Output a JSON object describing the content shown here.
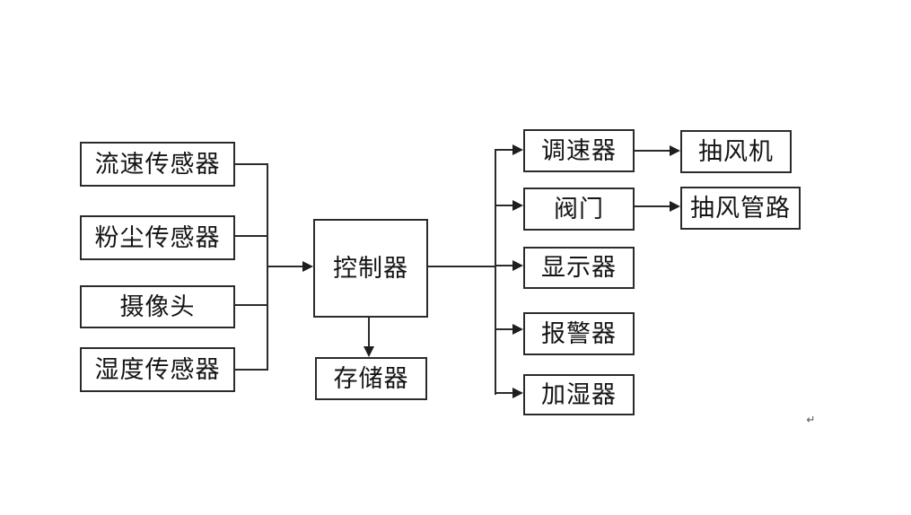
{
  "diagram": {
    "title_hint": "control-system-block-diagram",
    "background_color": "#ffffff",
    "line_color": "#2b2b2b",
    "text_color": "#141414",
    "nodes": {
      "flow_sensor": {
        "label": "流速传感器"
      },
      "dust_sensor": {
        "label": "粉尘传感器"
      },
      "camera": {
        "label": "摄像头"
      },
      "humidity_sensor": {
        "label": "湿度传感器"
      },
      "controller": {
        "label": "控制器"
      },
      "storage": {
        "label": "存储器"
      },
      "speed_regulator": {
        "label": "调速器"
      },
      "valve": {
        "label": "阀门"
      },
      "display": {
        "label": "显示器"
      },
      "alarm": {
        "label": "报警器"
      },
      "humidifier": {
        "label": "加湿器"
      },
      "exhaust_fan": {
        "label": "抽风机"
      },
      "exhaust_duct": {
        "label": "抽风管路"
      }
    },
    "edges": [
      {
        "from": "流速传感器",
        "to": "控制器"
      },
      {
        "from": "粉尘传感器",
        "to": "控制器"
      },
      {
        "from": "摄像头",
        "to": "控制器"
      },
      {
        "from": "湿度传感器",
        "to": "控制器"
      },
      {
        "from": "控制器",
        "to": "存储器"
      },
      {
        "from": "控制器",
        "to": "调速器"
      },
      {
        "from": "控制器",
        "to": "阀门"
      },
      {
        "from": "控制器",
        "to": "显示器"
      },
      {
        "from": "控制器",
        "to": "报警器"
      },
      {
        "from": "控制器",
        "to": "加湿器"
      },
      {
        "from": "调速器",
        "to": "抽风机"
      },
      {
        "from": "阀门",
        "to": "抽风管路"
      }
    ],
    "paragraph_mark": "↵"
  }
}
